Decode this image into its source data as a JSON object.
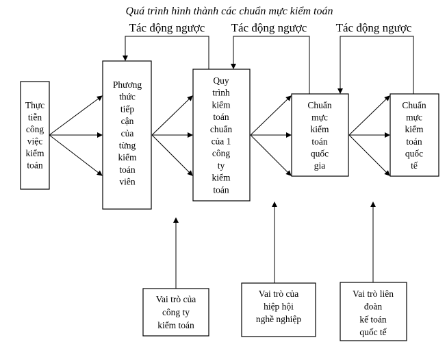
{
  "title": "Quá trình hình thành các chuẩn mực kiểm toán",
  "feedback_labels": [
    "Tác động ngược",
    "Tác động ngược",
    "Tác động ngược"
  ],
  "boxes": [
    {
      "id": "thuc-tien",
      "lines": [
        "Thực",
        "tiễn",
        "công",
        "việc",
        "kiểm",
        "toán"
      ]
    },
    {
      "id": "phuong-thuc",
      "lines": [
        "Phương",
        "thức",
        "tiếp",
        "cận",
        "của",
        "từng",
        "kiểm",
        "toán",
        "viên"
      ]
    },
    {
      "id": "quy-trinh",
      "lines": [
        "Quy",
        "trình",
        "kiểm",
        "toán",
        "chuẩn",
        "của 1",
        "công",
        "ty",
        "kiểm",
        "toán"
      ]
    },
    {
      "id": "chuan-muc-quoc-gia",
      "lines": [
        "Chuẩn",
        "mực",
        "kiểm",
        "toán",
        "quốc",
        "gia"
      ]
    },
    {
      "id": "chuan-muc-quoc-te",
      "lines": [
        "Chuẩn",
        "mực",
        "kiểm",
        "toán",
        "quốc",
        "tế"
      ]
    }
  ],
  "roles": [
    {
      "id": "vai-tro-cong-ty",
      "lines": [
        "Vai trò của",
        "công ty",
        "kiểm toán"
      ]
    },
    {
      "id": "vai-tro-hiep-hoi",
      "lines": [
        "Vai trò của",
        "hiệp hội",
        "nghề nghiệp"
      ]
    },
    {
      "id": "vai-tro-lien-doan",
      "lines": [
        "Vai trò liên",
        "đoàn",
        "kế toán",
        "quốc tế"
      ]
    }
  ]
}
